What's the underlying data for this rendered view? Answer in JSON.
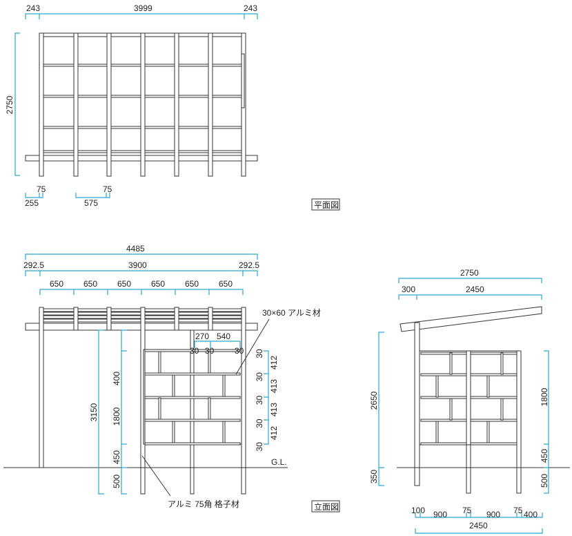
{
  "colors": {
    "dimension": "#29a8d4",
    "line": "#333333"
  },
  "plan": {
    "title": "平面図",
    "dims": {
      "left_overhang": "243",
      "span": "3999",
      "right_overhang": "243",
      "depth": "2750",
      "edge": "255",
      "post_a": "75",
      "rafter_gap": "575",
      "post_b": "75"
    }
  },
  "front": {
    "title": "立面図",
    "dims": {
      "total": "4485",
      "left_overhang": "292.5",
      "span": "3900",
      "right_overhang": "292.5",
      "bays": [
        "650",
        "650",
        "650",
        "650",
        "650",
        "650"
      ],
      "height": "3150",
      "top_gap": "400",
      "screen": "1800",
      "bottom_gap": "450",
      "embed": "500",
      "w1": "270",
      "w2": "540",
      "t1": "30",
      "t2": "30",
      "t3": "30",
      "rows": [
        "412",
        "413",
        "413",
        "412"
      ],
      "bars": [
        "30",
        "30",
        "30",
        "30",
        "30"
      ]
    },
    "labels": {
      "material_top": "30×60 アルミ材",
      "material_bottom": "アルミ 75角 格子材",
      "ground": "G.L."
    }
  },
  "side": {
    "dims": {
      "total": "2750",
      "overhang": "300",
      "depth": "2450",
      "height": "2650",
      "embed": "350",
      "screen": "1800",
      "gap": "450",
      "embed2": "500",
      "b": [
        "100",
        "900",
        "75",
        "900",
        "75",
        "400"
      ],
      "bottom_total": "2450"
    }
  }
}
